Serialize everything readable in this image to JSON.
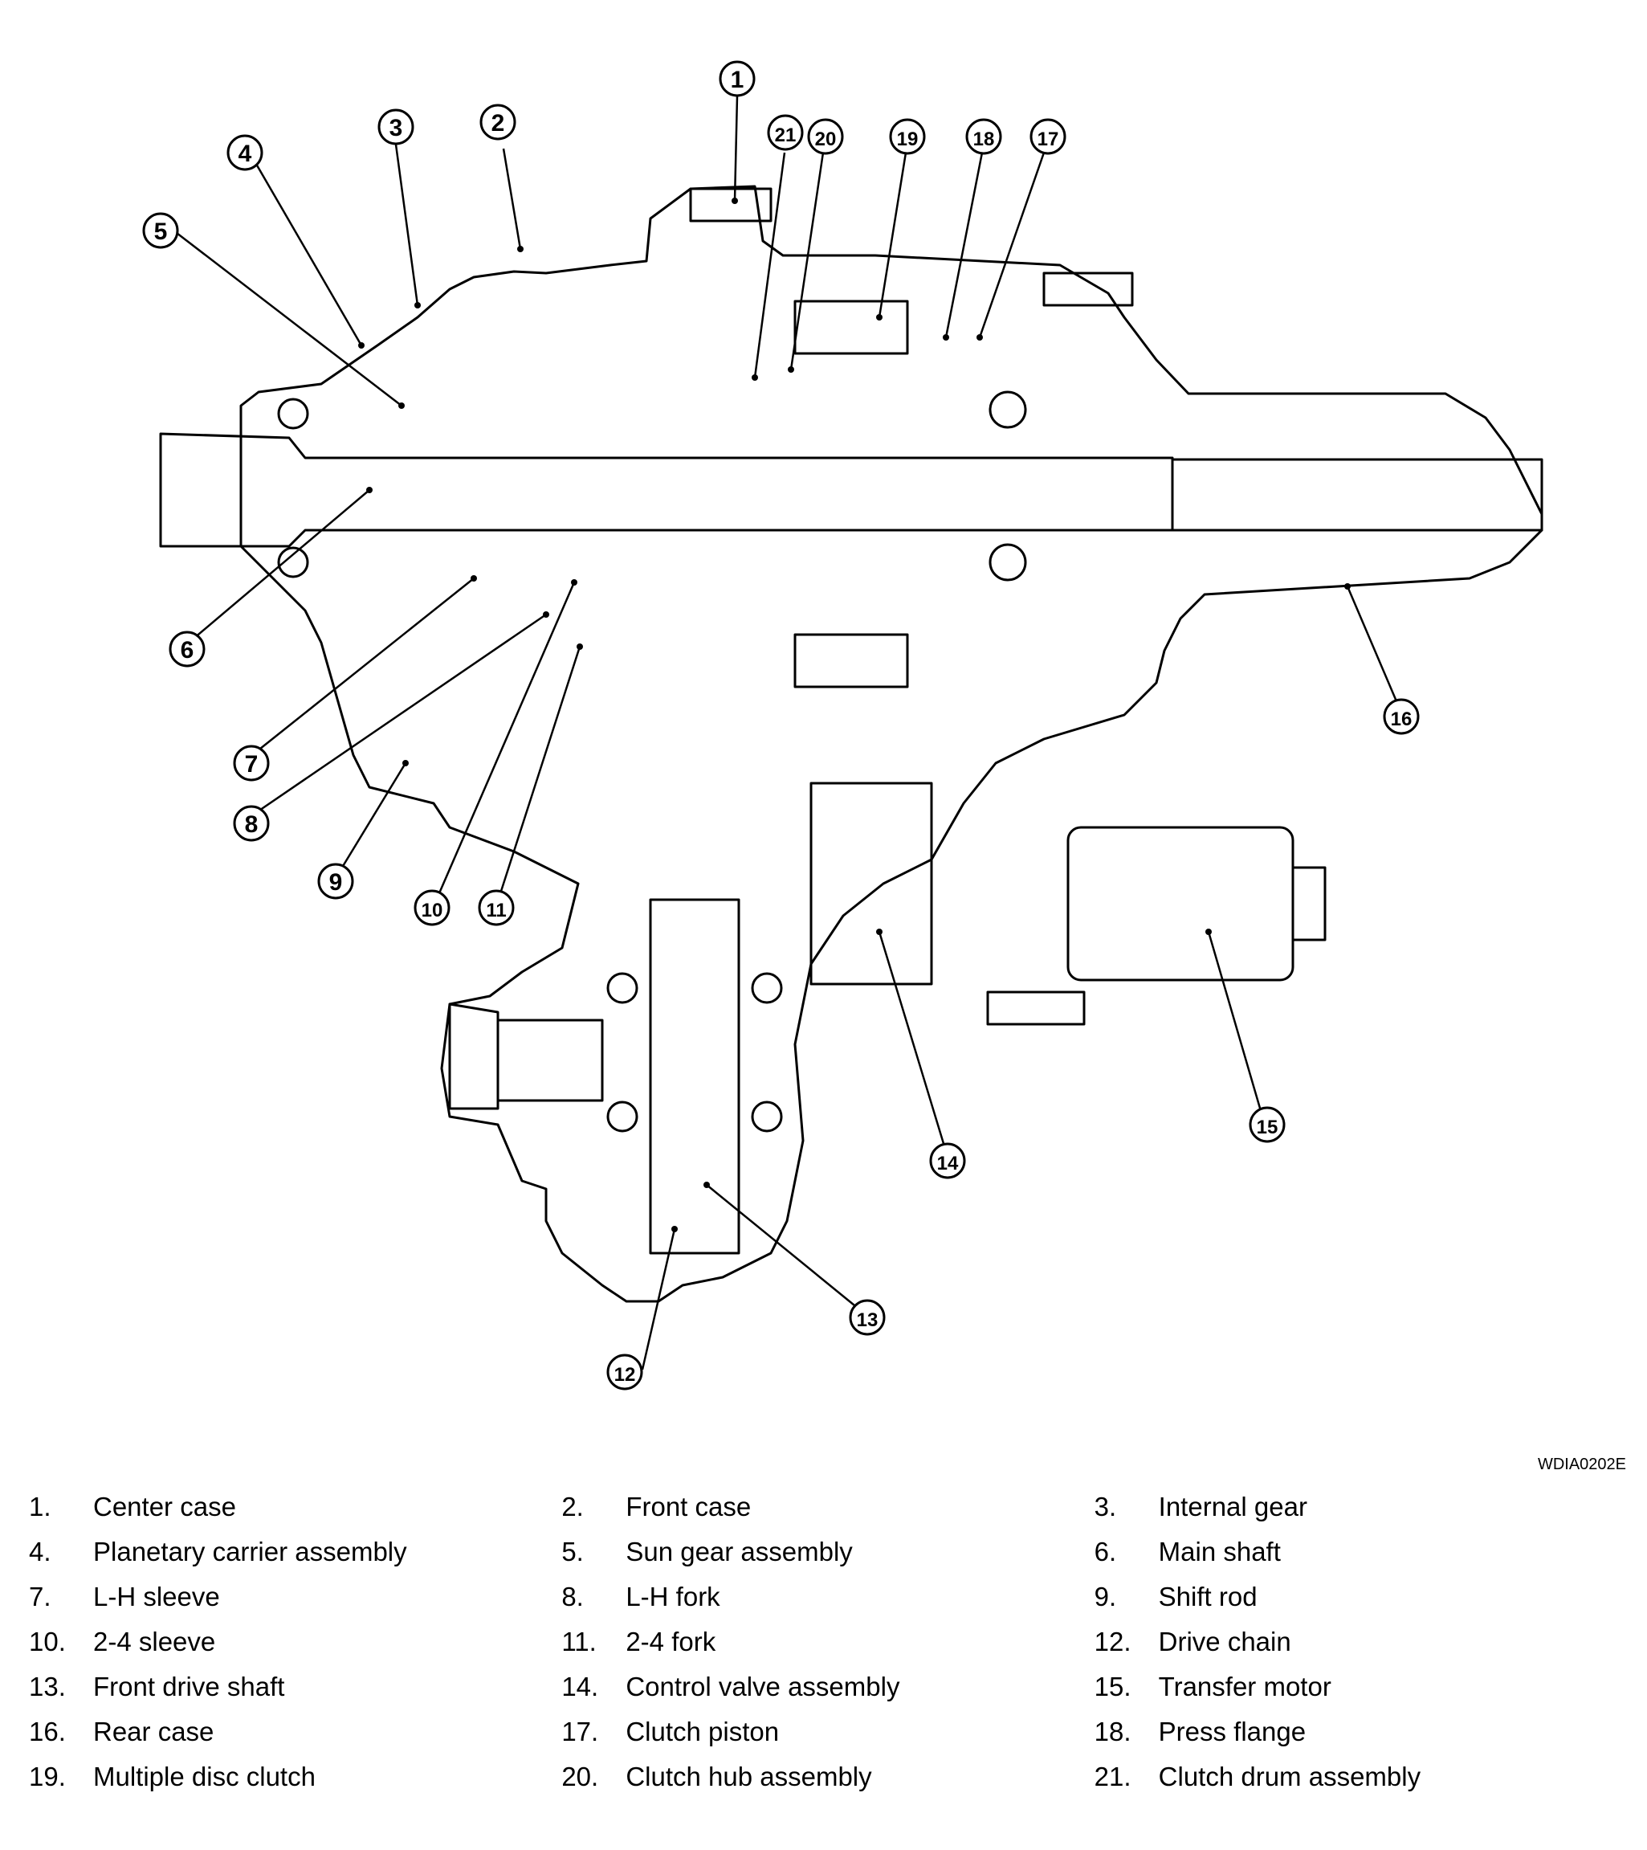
{
  "figure_id": "WDIA0202E",
  "callouts": [
    "1",
    "2",
    "3",
    "4",
    "5",
    "6",
    "7",
    "8",
    "9",
    "10",
    "11",
    "12",
    "13",
    "14",
    "15",
    "16",
    "17",
    "18",
    "19",
    "20",
    "21"
  ],
  "legend": [
    {
      "num": "1.",
      "label": "Center case"
    },
    {
      "num": "2.",
      "label": "Front case"
    },
    {
      "num": "3.",
      "label": "Internal gear"
    },
    {
      "num": "4.",
      "label": "Planetary carrier assembly"
    },
    {
      "num": "5.",
      "label": "Sun gear assembly"
    },
    {
      "num": "6.",
      "label": "Main shaft"
    },
    {
      "num": "7.",
      "label": "L-H sleeve"
    },
    {
      "num": "8.",
      "label": "L-H fork"
    },
    {
      "num": "9.",
      "label": "Shift rod"
    },
    {
      "num": "10.",
      "label": "2-4 sleeve"
    },
    {
      "num": "11.",
      "label": "2-4 fork"
    },
    {
      "num": "12.",
      "label": "Drive chain"
    },
    {
      "num": "13.",
      "label": "Front drive shaft"
    },
    {
      "num": "14.",
      "label": "Control valve assembly"
    },
    {
      "num": "15.",
      "label": "Transfer motor"
    },
    {
      "num": "16.",
      "label": "Rear case"
    },
    {
      "num": "17.",
      "label": "Clutch piston"
    },
    {
      "num": "18.",
      "label": "Press flange"
    },
    {
      "num": "19.",
      "label": "Multiple disc clutch"
    },
    {
      "num": "20.",
      "label": "Clutch hub assembly"
    },
    {
      "num": "21.",
      "label": "Clutch drum assembly"
    }
  ]
}
